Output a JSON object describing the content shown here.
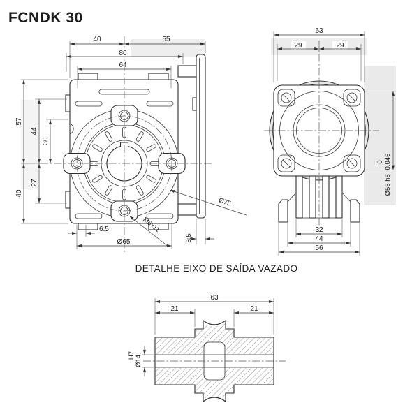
{
  "title": "FCNDK 30",
  "detail_title": "DETALHE EIXO DE SAÍDA VAZADO",
  "side_view": {
    "dims": {
      "top_left": "40",
      "top_right": "55",
      "overall_width": "80",
      "inner_width": "64",
      "upper_height": "57",
      "upper_inner_height": "44",
      "mid_inner_height": "30",
      "lower_inner_height": "27",
      "lower_height": "40",
      "lug_offset": "6.5",
      "bolt_circle": "Ø65",
      "thread_callout": "M6x11",
      "flange_thickness": "5.5",
      "boss_diameter": "Ø75"
    }
  },
  "front_view": {
    "dims": {
      "flange_width": "63",
      "half_left": "29",
      "half_right": "29",
      "fin_span": "32",
      "foot_inner_span": "44",
      "foot_outer_span": "56",
      "pilot_callout": "Ø55 h8 -0.046",
      "pilot_upper_tolerance": "0"
    }
  },
  "shaft_detail": {
    "dims": {
      "overall_length": "63",
      "left_hub_length": "21",
      "right_hub_length": "21",
      "bore_diameter": "Ø14",
      "bore_fit": "H7"
    }
  }
}
